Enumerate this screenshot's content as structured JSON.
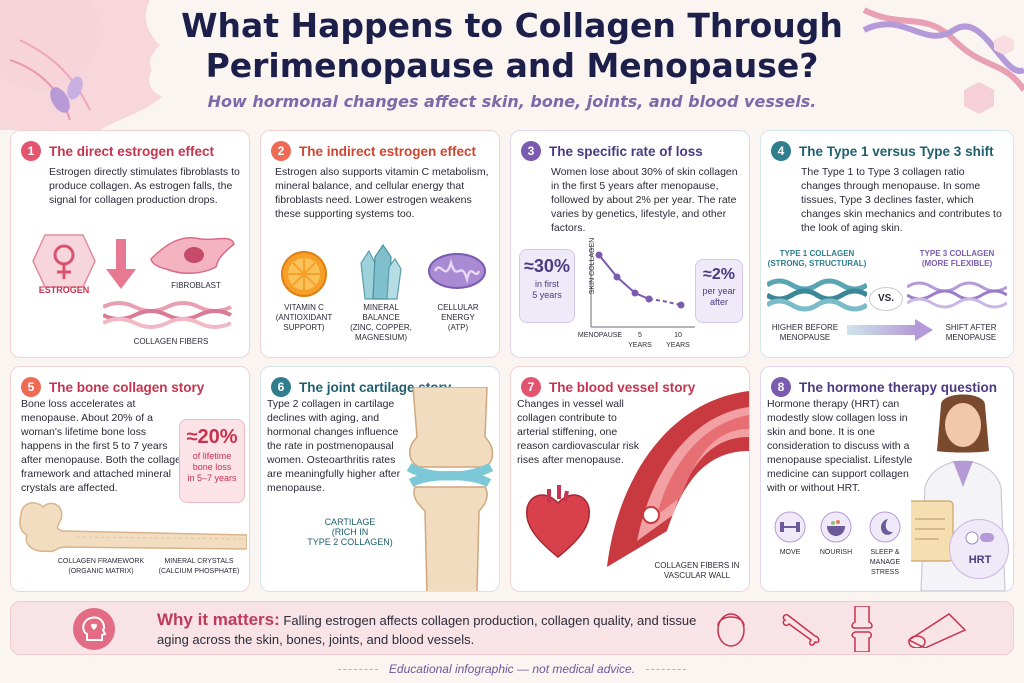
{
  "header": {
    "title_line1": "What Happens to Collagen Through",
    "title_line2": "Perimenopause and Menopause?",
    "subtitle": "How hormonal changes affect skin, bone, joints, and blood vessels."
  },
  "colors": {
    "pink": "#e3556f",
    "coral": "#ee6a55",
    "purple": "#7b5bb0",
    "teal": "#2f7e8e",
    "navy": "#1c1f4a"
  },
  "cards": [
    {
      "number": "1",
      "title": "The direct estrogen effect",
      "text": "Estrogen directly stimulates fibroblasts to produce collagen. As estrogen falls, the signal for collagen production drops.",
      "labels": [
        "ESTROGEN",
        "FIBROBLAST",
        "COLLAGEN FIBERS"
      ],
      "icons": [
        "venus-icon",
        "down-arrow-icon",
        "fibroblast-icon",
        "collagen-fibers-icon"
      ]
    },
    {
      "number": "2",
      "title": "The indirect estrogen effect",
      "text": "Estrogen also supports vitamin C metabolism, mineral balance, and cellular energy that fibroblasts need. Lower estrogen weakens these supporting systems too.",
      "items": [
        {
          "icon": "orange-slice-icon",
          "label": "VITAMIN C\n(ANTIOXIDANT\nSUPPORT)"
        },
        {
          "icon": "crystal-icon",
          "label": "MINERAL\nBALANCE\n(ZINC, COPPER,\nMAGNESIUM)"
        },
        {
          "icon": "mitochondria-icon",
          "label": "CELLULAR\nENERGY\n(ATP)"
        }
      ]
    },
    {
      "number": "3",
      "title": "The specific rate of loss",
      "text": "Women lose about 30% of skin collagen in the first 5 years after menopause, followed by about 2% per year. The rate varies by genetics, lifestyle, and other factors.",
      "stat_left": {
        "big": "≈30%",
        "small": "in first\n5 years"
      },
      "stat_right": {
        "big": "≈2%",
        "small": "per year\nafter"
      },
      "chart": {
        "ylabel": "SKIN COLLAGEN",
        "x_ticks": [
          "MENOPAUSE",
          "5\nYEARS",
          "10\nYEARS"
        ]
      }
    },
    {
      "number": "4",
      "title": "The Type 1 versus Type 3 shift",
      "text": "The Type 1 to Type 3 collagen ratio changes through menopause. In some tissues, Type 3 declines faster, which changes skin mechanics and contributes to the look of aging skin.",
      "type1": "TYPE 1 COLLAGEN\n(STRONG, STRUCTURAL)",
      "type3": "TYPE 3 COLLAGEN\n(MORE FLEXIBLE)",
      "vs": "VS.",
      "before": "HIGHER BEFORE\nMENOPAUSE",
      "after": "SHIFT AFTER\nMENOPAUSE"
    },
    {
      "number": "5",
      "title": "The bone collagen story",
      "text": "Bone loss accelerates at menopause. About 20% of a woman's lifetime bone loss happens in the first 5 to 7 years after menopause. Both the collagen framework and attached mineral crystals are affected.",
      "stat": {
        "big": "≈20%",
        "small": "of lifetime\nbone loss\nin 5–7 years"
      },
      "label_left": "COLLAGEN FRAMEWORK\n(ORGANIC MATRIX)",
      "label_right": "MINERAL CRYSTALS\n(CALCIUM PHOSPHATE)"
    },
    {
      "number": "6",
      "title": "The joint cartilage story",
      "text": "Type 2 collagen in cartilage declines with aging, and hormonal changes influence the rate in postmenopausal women. Osteoarthritis rates are meaningfully higher after menopause.",
      "label": "CARTILAGE\n(RICH IN\nTYPE 2 COLLAGEN)"
    },
    {
      "number": "7",
      "title": "The blood vessel story",
      "text": "Changes in vessel wall collagen contribute to arterial stiffening, one reason cardiovascular risk rises after menopause.",
      "label": "COLLAGEN FIBERS IN\nVASCULAR WALL"
    },
    {
      "number": "8",
      "title": "The hormone therapy question",
      "text": "Hormone therapy (HRT) can modestly slow collagen loss in skin and bone. It is one consideration to discuss with a menopause specialist. Lifestyle medicine can support collagen with or without HRT.",
      "lifestyle": [
        {
          "icon": "dumbbell-icon",
          "label": "MOVE"
        },
        {
          "icon": "bowl-icon",
          "label": "NOURISH"
        },
        {
          "icon": "moon-icon",
          "label": "SLEEP &\nMANAGE STRESS"
        }
      ],
      "hrt": "HRT"
    }
  ],
  "banner": {
    "head": "Why it matters:",
    "text": "Falling estrogen affects collagen production, collagen quality, and tissue aging across the skin, bones, joints, and blood vessels."
  },
  "footer": "Educational infographic — not medical advice."
}
